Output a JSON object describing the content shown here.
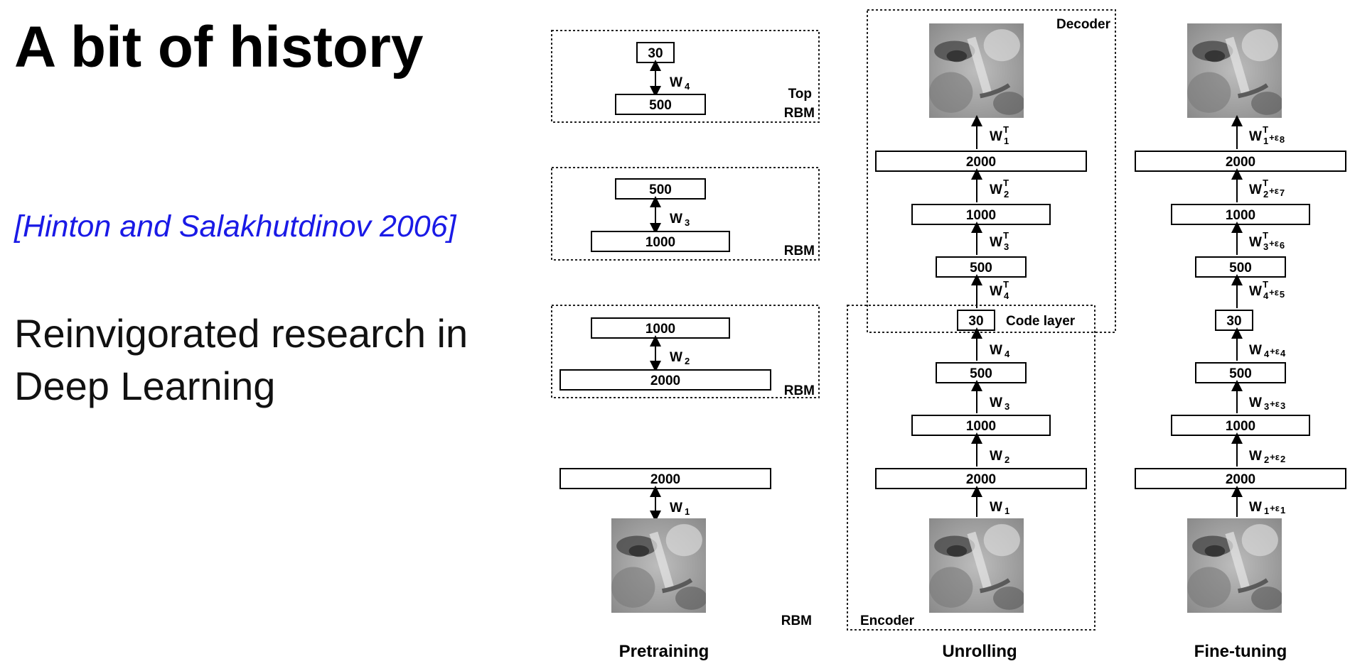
{
  "slide": {
    "title": "A bit of history",
    "citation": "[Hinton and Salakhutdinov 2006]",
    "body_line1": "Reinvigorated research in",
    "body_line2": "Deep Learning"
  },
  "pretraining": {
    "caption": "Pretraining",
    "rbm4": {
      "top": "30",
      "bottom": "500",
      "w": "W",
      "w_sub": "4",
      "label1": "Top",
      "label2": "RBM"
    },
    "rbm3": {
      "top": "500",
      "bottom": "1000",
      "w": "W",
      "w_sub": "3",
      "label": "RBM"
    },
    "rbm2": {
      "top": "1000",
      "bottom": "2000",
      "w": "W",
      "w_sub": "2",
      "label": "RBM"
    },
    "rbm1": {
      "top": "2000",
      "w": "W",
      "w_sub": "1",
      "label": "RBM"
    }
  },
  "unrolling": {
    "caption": "Unrolling",
    "decoder_label": "Decoder",
    "encoder_label": "Encoder",
    "code_layer_label": "Code layer",
    "layers": [
      "2000",
      "1000",
      "500",
      "30",
      "500",
      "1000",
      "2000"
    ],
    "decoder_weights": [
      {
        "w": "W",
        "sub": "1",
        "sup": "T"
      },
      {
        "w": "W",
        "sub": "2",
        "sup": "T"
      },
      {
        "w": "W",
        "sub": "3",
        "sup": "T"
      },
      {
        "w": "W",
        "sub": "4",
        "sup": "T"
      }
    ],
    "encoder_weights": [
      {
        "w": "W",
        "sub": "4"
      },
      {
        "w": "W",
        "sub": "3"
      },
      {
        "w": "W",
        "sub": "2"
      },
      {
        "w": "W",
        "sub": "1"
      }
    ]
  },
  "finetuning": {
    "caption": "Fine-tuning",
    "layers": [
      "2000",
      "1000",
      "500",
      "30",
      "500",
      "1000",
      "2000"
    ],
    "decoder_weights": [
      {
        "w": "W",
        "sub": "1",
        "sup": "T",
        "eps": "+ε",
        "eps_sub": "8"
      },
      {
        "w": "W",
        "sub": "2",
        "sup": "T",
        "eps": "+ε",
        "eps_sub": "7"
      },
      {
        "w": "W",
        "sub": "3",
        "sup": "T",
        "eps": "+ε",
        "eps_sub": "6"
      },
      {
        "w": "W",
        "sub": "4",
        "sup": "T",
        "eps": "+ε",
        "eps_sub": "5"
      }
    ],
    "encoder_weights": [
      {
        "w": "W",
        "sub": "4",
        "eps": "+ε",
        "eps_sub": "4"
      },
      {
        "w": "W",
        "sub": "3",
        "eps": "+ε",
        "eps_sub": "3"
      },
      {
        "w": "W",
        "sub": "2",
        "eps": "+ε",
        "eps_sub": "2"
      },
      {
        "w": "W",
        "sub": "1",
        "eps": "+ε",
        "eps_sub": "1"
      }
    ]
  }
}
